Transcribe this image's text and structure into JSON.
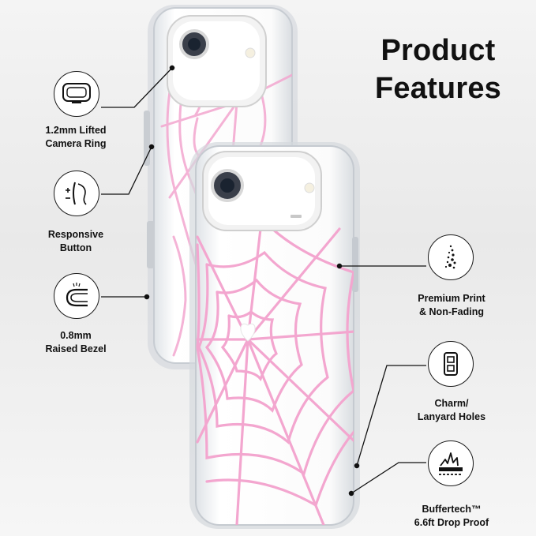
{
  "title": {
    "line1": "Product",
    "line2": "Features"
  },
  "features_left": [
    {
      "icon": "camera-ring-icon",
      "line1": "1.2mm Lifted",
      "line2": "Camera Ring"
    },
    {
      "icon": "button-icon",
      "line1": "Responsive",
      "line2": "Button"
    },
    {
      "icon": "bezel-icon",
      "line1": "0.8mm",
      "line2": "Raised Bezel"
    }
  ],
  "features_right": [
    {
      "icon": "print-icon",
      "line1": "Premium Print",
      "line2": "& Non-Fading"
    },
    {
      "icon": "lanyard-hole-icon",
      "line1": "Charm/",
      "line2": "Lanyard Holes"
    },
    {
      "icon": "drop-proof-icon",
      "line1": "Buffertech™",
      "line2": "6.6ft Drop Proof"
    }
  ],
  "colors": {
    "web_pink": "#f3a6cf",
    "ink": "#111111",
    "case_edge": "#cfd3d8"
  }
}
